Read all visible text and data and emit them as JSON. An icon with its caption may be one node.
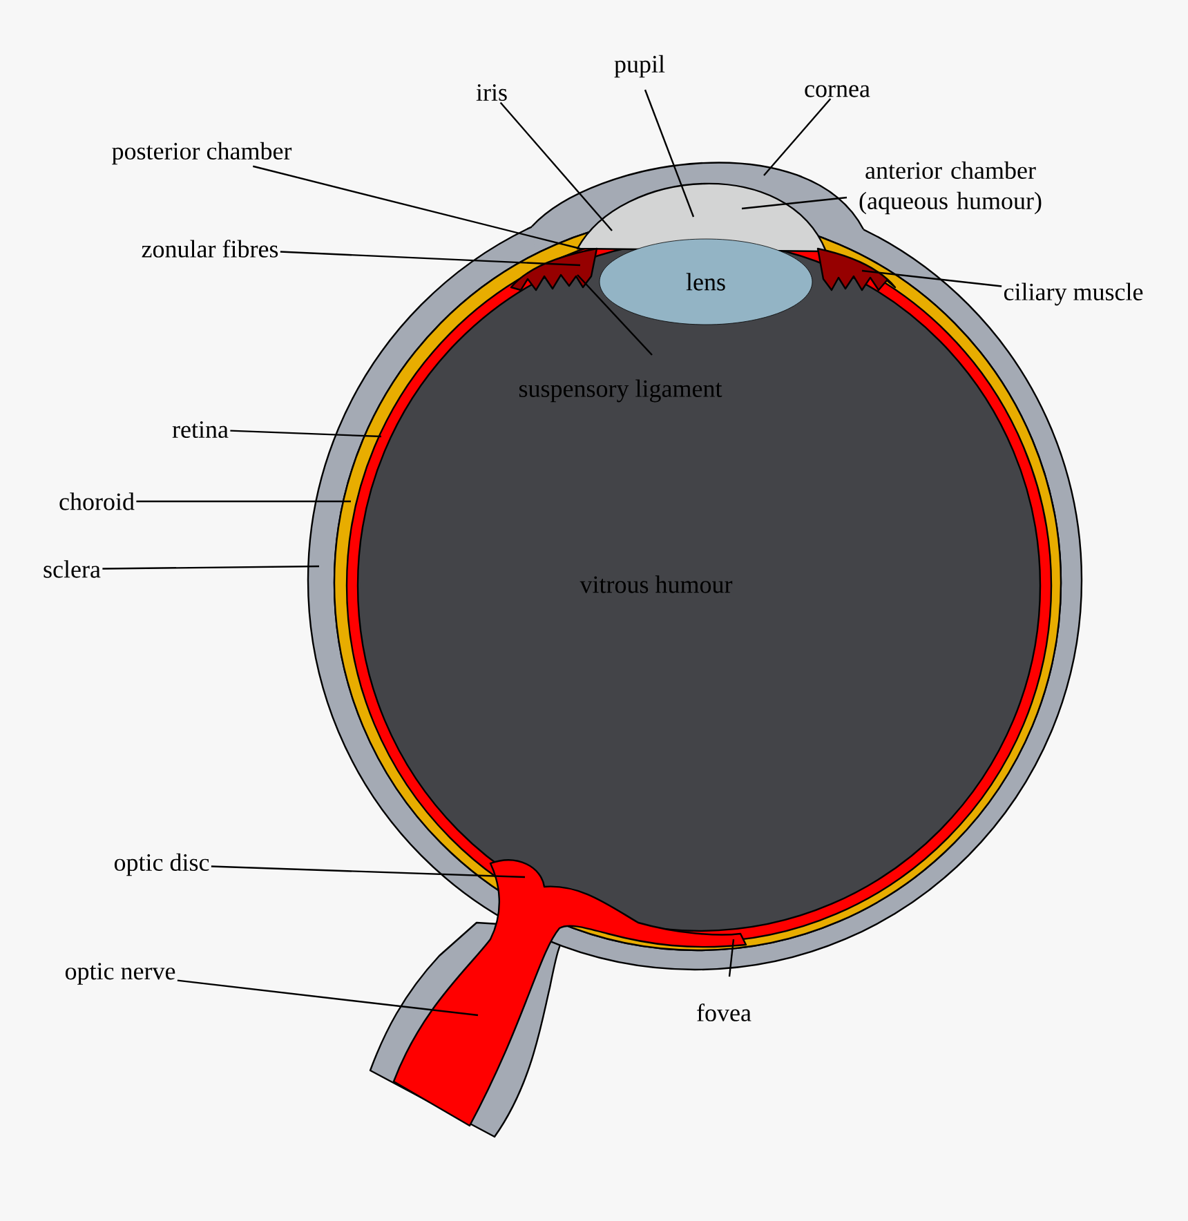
{
  "diagram": {
    "nodes": [
      {
        "text": [
          "pupil"
        ]
      },
      {
        "text": [
          "iris"
        ]
      },
      {
        "text": [
          "cornea"
        ]
      },
      {
        "text": [
          "posterior chamber"
        ]
      },
      {
        "text": [
          "anterior chamber (aqueous humour)"
        ]
      },
      {
        "text": [
          "zonular fibres"
        ]
      },
      {
        "text": [
          "lens"
        ]
      },
      {
        "text": [
          "ciliary muscle"
        ]
      },
      {
        "text": [
          "suspensory ligament"
        ]
      },
      {
        "text": [
          "retina"
        ]
      },
      {
        "text": [
          "choroid"
        ]
      },
      {
        "text": [
          "sclera"
        ]
      },
      {
        "text": [
          "vitrous humour"
        ]
      },
      {
        "text": [
          "optic disc"
        ]
      },
      {
        "text": [
          "optic nerve"
        ]
      },
      {
        "text": [
          "fovea"
        ]
      }
    ],
    "edges": [
      {
        "from": 0,
        "to": null,
        "arrow": "none"
      },
      {
        "from": 1,
        "to": null,
        "arrow": "none"
      },
      {
        "from": 2,
        "to": null,
        "arrow": "none"
      },
      {
        "from": 3,
        "to": null,
        "arrow": "none"
      },
      {
        "from": 4,
        "to": null,
        "arrow": "none"
      },
      {
        "from": 5,
        "to": null,
        "arrow": "none"
      },
      {
        "from": 7,
        "to": null,
        "arrow": "none"
      },
      {
        "from": 8,
        "to": null,
        "arrow": "none"
      },
      {
        "from": 9,
        "to": null,
        "arrow": "none"
      },
      {
        "from": 10,
        "to": null,
        "arrow": "none"
      },
      {
        "from": 11,
        "to": null,
        "arrow": "none"
      },
      {
        "from": 13,
        "to": null,
        "arrow": "none"
      },
      {
        "from": 14,
        "to": null,
        "arrow": "none"
      },
      {
        "from": 15,
        "to": null,
        "arrow": "none"
      }
    ]
  }
}
